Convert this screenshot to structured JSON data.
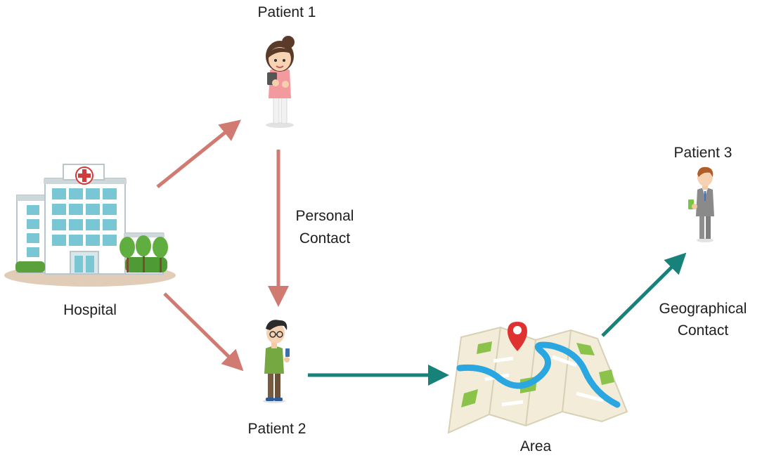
{
  "nodes": {
    "patient1": "Patient 1",
    "patient2": "Patient 2",
    "patient3": "Patient 3",
    "hospital": "Hospital",
    "area": "Area"
  },
  "edges": {
    "personal_contact": [
      "Personal",
      "Contact"
    ],
    "geographical_contact": [
      "Geographical",
      "Contact"
    ]
  },
  "colors": {
    "personal_arrow": "#d07a72",
    "geo_arrow": "#17827a"
  }
}
